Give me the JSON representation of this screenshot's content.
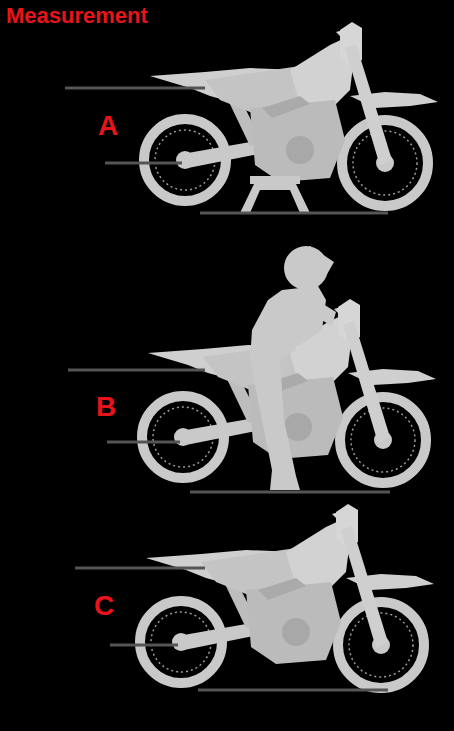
{
  "diagram": {
    "title": "Measurement",
    "labels": [
      "A",
      "B",
      "C"
    ]
  }
}
